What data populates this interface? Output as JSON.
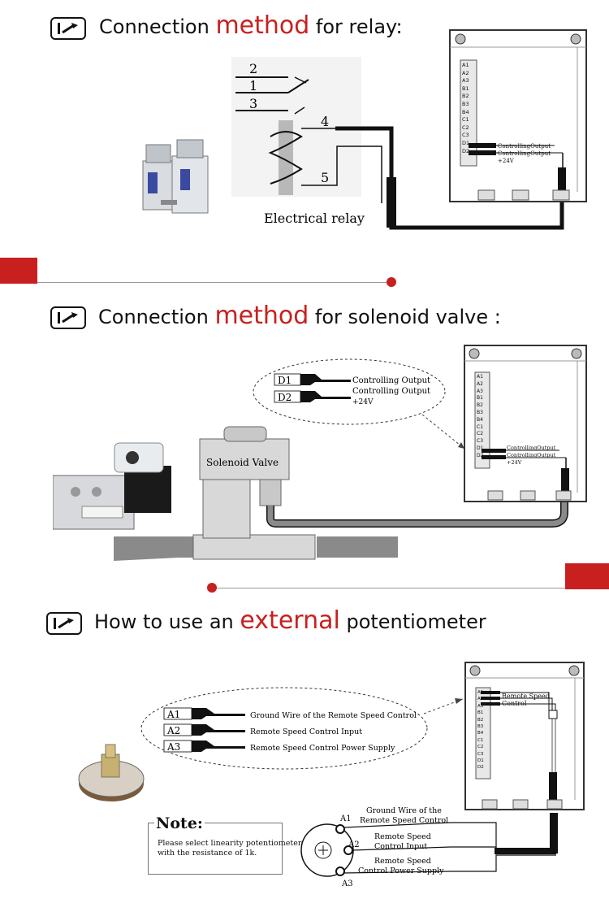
{
  "sections": [
    {
      "pre": "Connection ",
      "em": "method",
      "post": " for relay:"
    },
    {
      "pre": "Connection ",
      "em": "method",
      "post": " for solenoid valve :"
    },
    {
      "pre": "How to use an ",
      "em": "external",
      "post": " potentiometer"
    }
  ],
  "relay": {
    "pins": [
      "2",
      "1",
      "3",
      "4",
      "5"
    ],
    "caption": "Electrical relay"
  },
  "terminal_labels": [
    "A1",
    "A2",
    "A3",
    "B1",
    "B2",
    "B3",
    "B4",
    "C1",
    "C2",
    "C3",
    "D1",
    "D2"
  ],
  "controller_outputs": {
    "out1": "ControllingOutput",
    "out2": "ControllingOutput",
    "v24": "+24V"
  },
  "solenoid": {
    "valve_label": "Solenoid  Valve",
    "callout": [
      {
        "pin": "D1",
        "text": "Controlling Output"
      },
      {
        "pin": "D2",
        "text": "Controlling Output"
      }
    ],
    "v24": "+24V"
  },
  "potentiometer": {
    "callout": [
      {
        "pin": "A1",
        "text": "Ground Wire of the Remote Speed Control"
      },
      {
        "pin": "A2",
        "text": "Remote Speed Control Input"
      },
      {
        "pin": "A3",
        "text": "Remote Speed Control Power Supply"
      }
    ],
    "box_label_1": "Remote Speed",
    "box_label_2": "Control",
    "wiring": {
      "a1_line1": "Ground Wire of the",
      "a1_line2": "Remote Speed Control",
      "a2_line1": "Remote Speed",
      "a2_line2": "Control Input",
      "a3_line1": "Remote Speed",
      "a3_line2": "Control Power Supply"
    },
    "pins": [
      "A1",
      "A2",
      "A3"
    ],
    "note_title": "Note:",
    "note_line1": "Please select linearity potentiometer",
    "note_line2": "with the resistance of 1k."
  },
  "colors": {
    "accent": "#c8201f",
    "text": "#111111",
    "wire": "#111111",
    "pipe": "#8a8a8a"
  }
}
